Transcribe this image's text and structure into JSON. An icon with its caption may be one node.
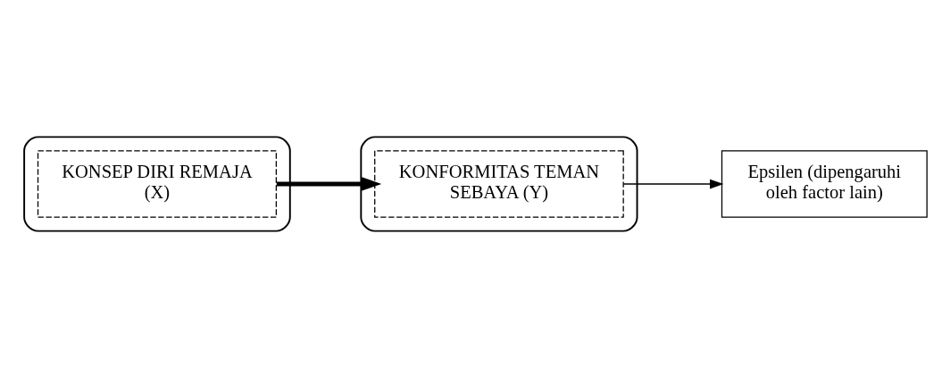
{
  "diagram": {
    "nodes": [
      {
        "text": [],
        "shape": "box"
      },
      {
        "text": [
          "KONSEP DIRI REMAJA (X)"
        ],
        "in": 0
      },
      {
        "text": [],
        "shape": "box"
      },
      {
        "text": [
          "KONFORMITAS TEMAN SEBAYA (Y)"
        ],
        "in": 2
      },
      {
        "text": [
          "Epsilen (dipengaruhi oleh factor lain)"
        ]
      }
    ],
    "edges": [
      {
        "from": 1,
        "to": 3,
        "arrow": "to",
        "style": "thick"
      },
      {
        "from": 3,
        "to": 4,
        "arrow": "to"
      }
    ]
  }
}
